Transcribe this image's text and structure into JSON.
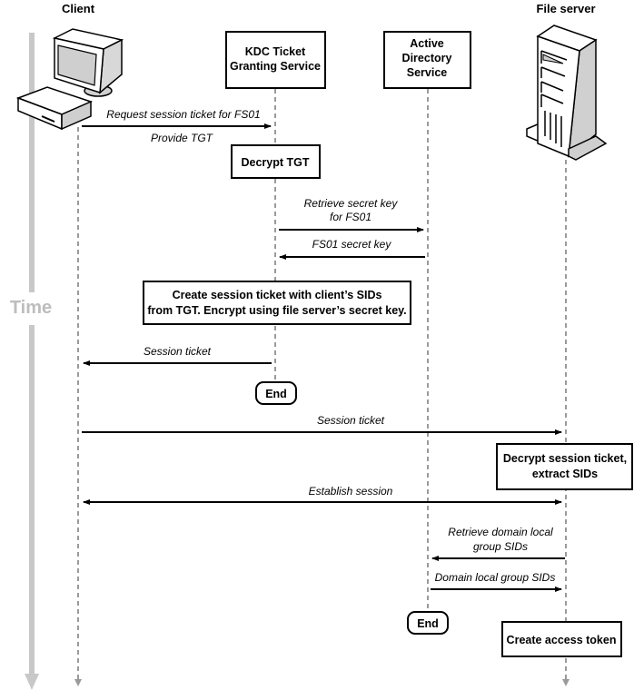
{
  "diagram": {
    "type": "sequence",
    "time_axis": {
      "label": "Time",
      "color": "#c8c8c8"
    },
    "actors": [
      {
        "id": "client",
        "label": "Client",
        "icon": "desktop-computer-icon"
      },
      {
        "id": "kdc",
        "label_lines": [
          "KDC Ticket",
          "Granting Service"
        ]
      },
      {
        "id": "ad",
        "label_lines": [
          "Active",
          "Directory",
          "Service"
        ]
      },
      {
        "id": "fs",
        "label": "File server",
        "icon": "server-tower-icon"
      }
    ],
    "messages": [
      {
        "from": "client",
        "to": "kdc",
        "label_lines": [
          "Request session ticket for FS01"
        ],
        "sublabel": "Provide TGT"
      },
      {
        "from": "kdc",
        "to": "ad",
        "label_lines": [
          "Retrieve secret key",
          "for FS01"
        ]
      },
      {
        "from": "ad",
        "to": "kdc",
        "label_lines": [
          "FS01 secret key"
        ]
      },
      {
        "from": "kdc",
        "to": "client",
        "label_lines": [
          "Session ticket"
        ]
      },
      {
        "from": "client",
        "to": "fs",
        "label_lines": [
          "Session ticket"
        ]
      },
      {
        "from": "client",
        "to": "fs",
        "bidirectional": true,
        "label_lines": [
          "Establish session"
        ]
      },
      {
        "from": "fs",
        "to": "ad",
        "label_lines": [
          "Retrieve domain local",
          "group SIDs"
        ]
      },
      {
        "from": "ad",
        "to": "fs",
        "label_lines": [
          "Domain local group SIDs"
        ]
      }
    ],
    "process_boxes": [
      {
        "actor": "kdc",
        "lines": [
          "Decrypt TGT"
        ]
      },
      {
        "actor": "kdc",
        "lines": [
          "Create session ticket with client’s SIDs",
          "from TGT. Encrypt using file server’s secret key."
        ]
      },
      {
        "actor": "fs",
        "lines": [
          "Decrypt session ticket,",
          "extract SIDs"
        ]
      },
      {
        "actor": "fs",
        "lines": [
          "Create access token"
        ]
      }
    ],
    "terminators": [
      {
        "actor": "kdc",
        "label": "End"
      },
      {
        "actor": "ad",
        "label": "End"
      }
    ]
  }
}
